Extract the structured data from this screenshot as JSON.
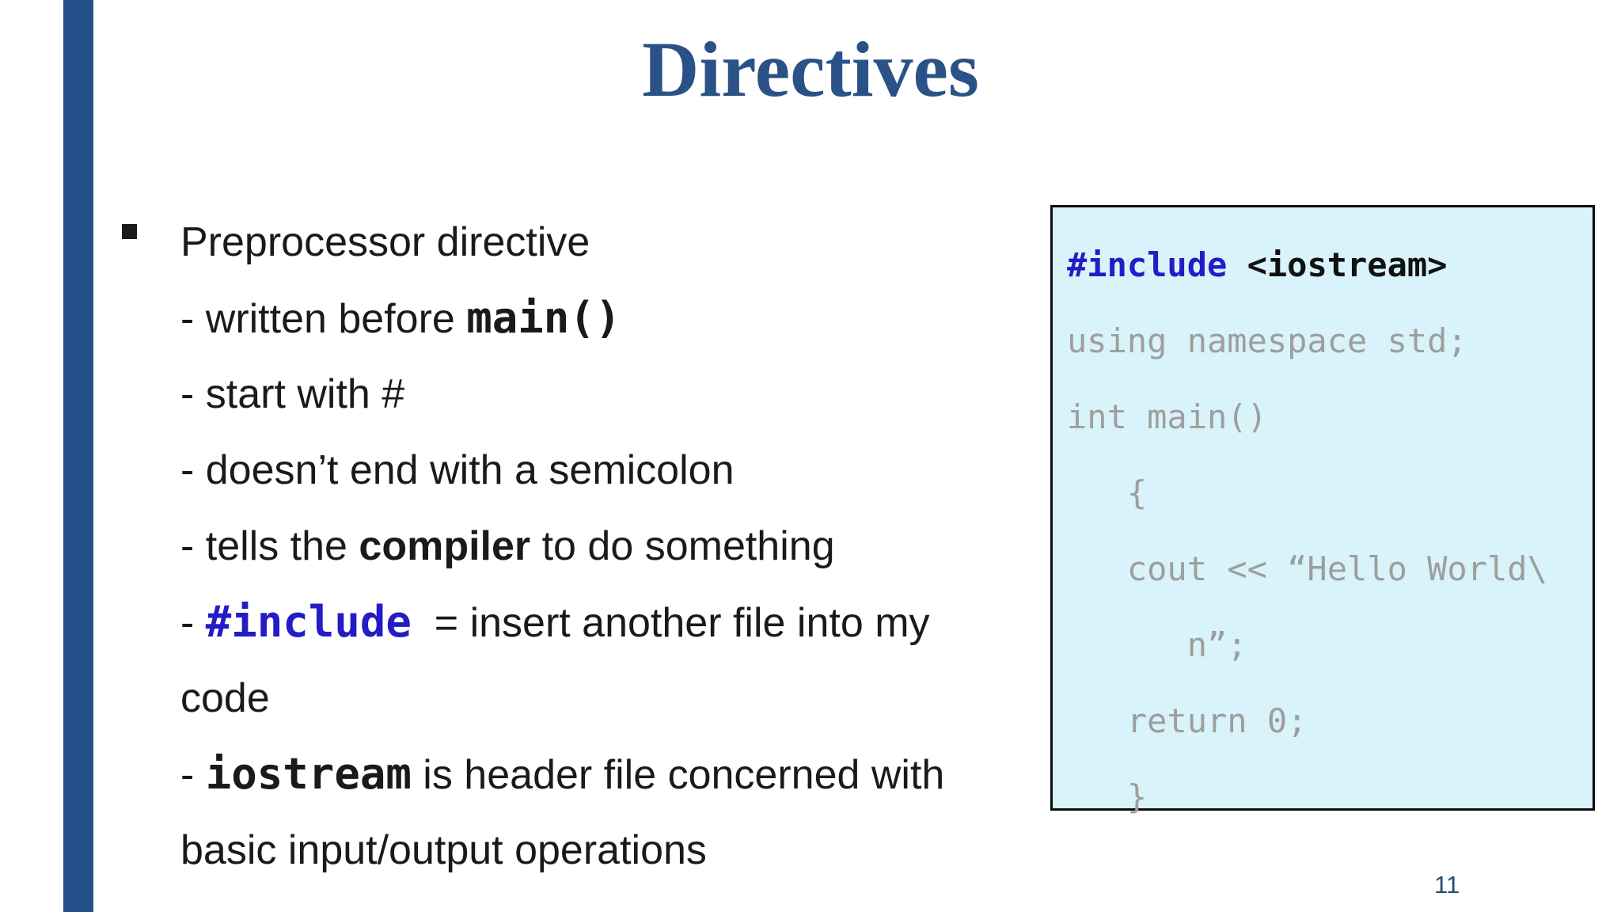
{
  "slide": {
    "title": "Directives",
    "page_number": "11",
    "colors": {
      "accent_bar": "#24518A",
      "title": "#2A5286",
      "page_number": "#1F4E79",
      "body_text": "#1a1a1a",
      "keyword_blue": "#241CC6",
      "code_bg": "#D8F3F9",
      "code_border": "#0d0d0d",
      "code_gray": "#9E9E9E"
    },
    "bullet_list": {
      "lines": [
        {
          "indent": "bullet",
          "segments": [
            {
              "t": "Preprocessor directive",
              "s": "plain"
            }
          ]
        },
        {
          "indent": "dash",
          "segments": [
            {
              "t": "- written before ",
              "s": "plain"
            },
            {
              "t": "main()",
              "s": "mono"
            }
          ]
        },
        {
          "indent": "dash",
          "segments": [
            {
              "t": "- start with #",
              "s": "plain"
            }
          ]
        },
        {
          "indent": "dash",
          "segments": [
            {
              "t": "- doesn’t end with a semicolon",
              "s": "plain"
            }
          ]
        },
        {
          "indent": "dash",
          "segments": [
            {
              "t": "- tells the ",
              "s": "plain"
            },
            {
              "t": "compiler",
              "s": "bold"
            },
            {
              "t": " to do something",
              "s": "plain"
            }
          ]
        },
        {
          "indent": "dash",
          "segments": [
            {
              "t": "- ",
              "s": "plain"
            },
            {
              "t": "#include",
              "s": "mono-blue"
            },
            {
              "t": "  = insert another file into my",
              "s": "plain"
            }
          ]
        },
        {
          "indent": "cont",
          "segments": [
            {
              "t": "code",
              "s": "plain"
            }
          ]
        },
        {
          "indent": "dash",
          "segments": [
            {
              "t": "- ",
              "s": "plain"
            },
            {
              "t": "iostream",
              "s": "mono"
            },
            {
              "t": " is header file concerned with",
              "s": "plain"
            }
          ]
        },
        {
          "indent": "cont",
          "segments": [
            {
              "t": "basic input/output operations",
              "s": "plain"
            }
          ]
        }
      ]
    },
    "code_box": {
      "lines": [
        {
          "segments": [
            {
              "t": "#include",
              "s": "kw"
            },
            {
              "t": " <iostream>",
              "s": "code-black"
            }
          ]
        },
        {
          "segments": [
            {
              "t": "using namespace std;",
              "s": "code-gray"
            }
          ]
        },
        {
          "segments": [
            {
              "t": "int main()",
              "s": "code-gray"
            }
          ]
        },
        {
          "segments": [
            {
              "t": "   {",
              "s": "code-gray"
            }
          ]
        },
        {
          "segments": [
            {
              "t": "   cout << “Hello World\\",
              "s": "code-gray"
            }
          ]
        },
        {
          "segments": [
            {
              "t": "      n”;",
              "s": "code-gray"
            }
          ]
        },
        {
          "segments": [
            {
              "t": "   return 0;",
              "s": "code-gray"
            }
          ]
        },
        {
          "segments": [
            {
              "t": "   }",
              "s": "code-gray"
            }
          ]
        }
      ]
    }
  }
}
